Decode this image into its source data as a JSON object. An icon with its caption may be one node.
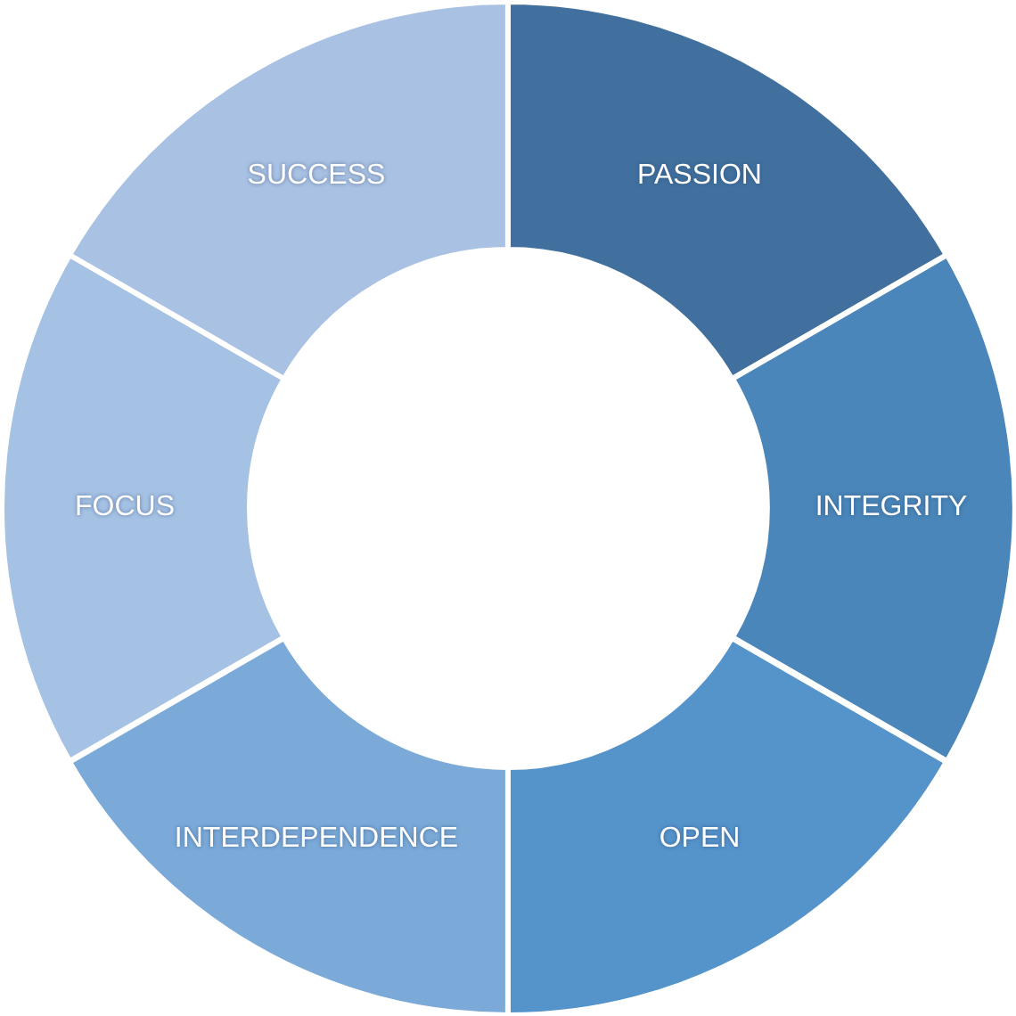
{
  "diagram": {
    "nodes": [
      {
        "text": [
          "PASSION"
        ]
      },
      {
        "text": [
          "INTEGRITY"
        ]
      },
      {
        "text": [
          "OPEN"
        ]
      },
      {
        "text": [
          "INTERDEPENDENCE"
        ]
      },
      {
        "text": [
          "FOCUS"
        ]
      },
      {
        "text": [
          "SUCCESS"
        ]
      }
    ]
  }
}
